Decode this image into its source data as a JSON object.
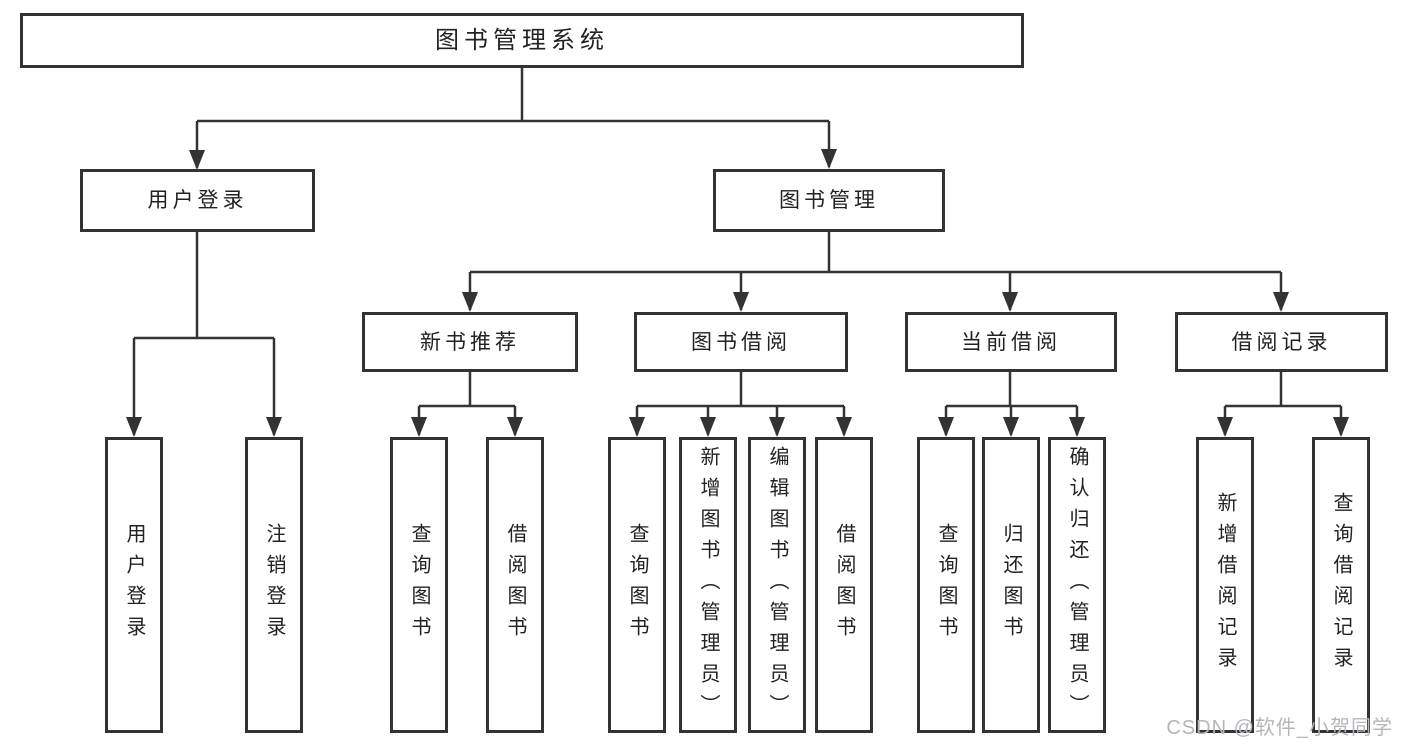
{
  "nodes": {
    "root": "图书管理系统",
    "user_login": "用户登录",
    "book_management": "图书管理",
    "new_book_recommend": "新书推荐",
    "book_borrow": "图书借阅",
    "current_borrow": "当前借阅",
    "borrow_record": "借阅记录",
    "leaf_user_login": "用户登录",
    "leaf_logout": "注销登录",
    "leaf_nbr_query_book": "查询图书",
    "leaf_nbr_borrow_book": "借阅图书",
    "leaf_bb_query_book": "查询图书",
    "leaf_bb_add_book": "新增图书（管理员）",
    "leaf_bb_edit_book": "编辑图书（管理员）",
    "leaf_bb_borrow_book": "借阅图书",
    "leaf_cb_query_book": "查询图书",
    "leaf_cb_return_book": "归还图书",
    "leaf_cb_confirm_return": "确认归还（管理员）",
    "leaf_br_add_record": "新增借阅记录",
    "leaf_br_query_record": "查询借阅记录"
  },
  "watermark": "CSDN @软件_小贺同学",
  "colors": {
    "line": "#333333",
    "text": "#222222",
    "watermark": "#b3b6ba",
    "background": "#ffffff"
  }
}
